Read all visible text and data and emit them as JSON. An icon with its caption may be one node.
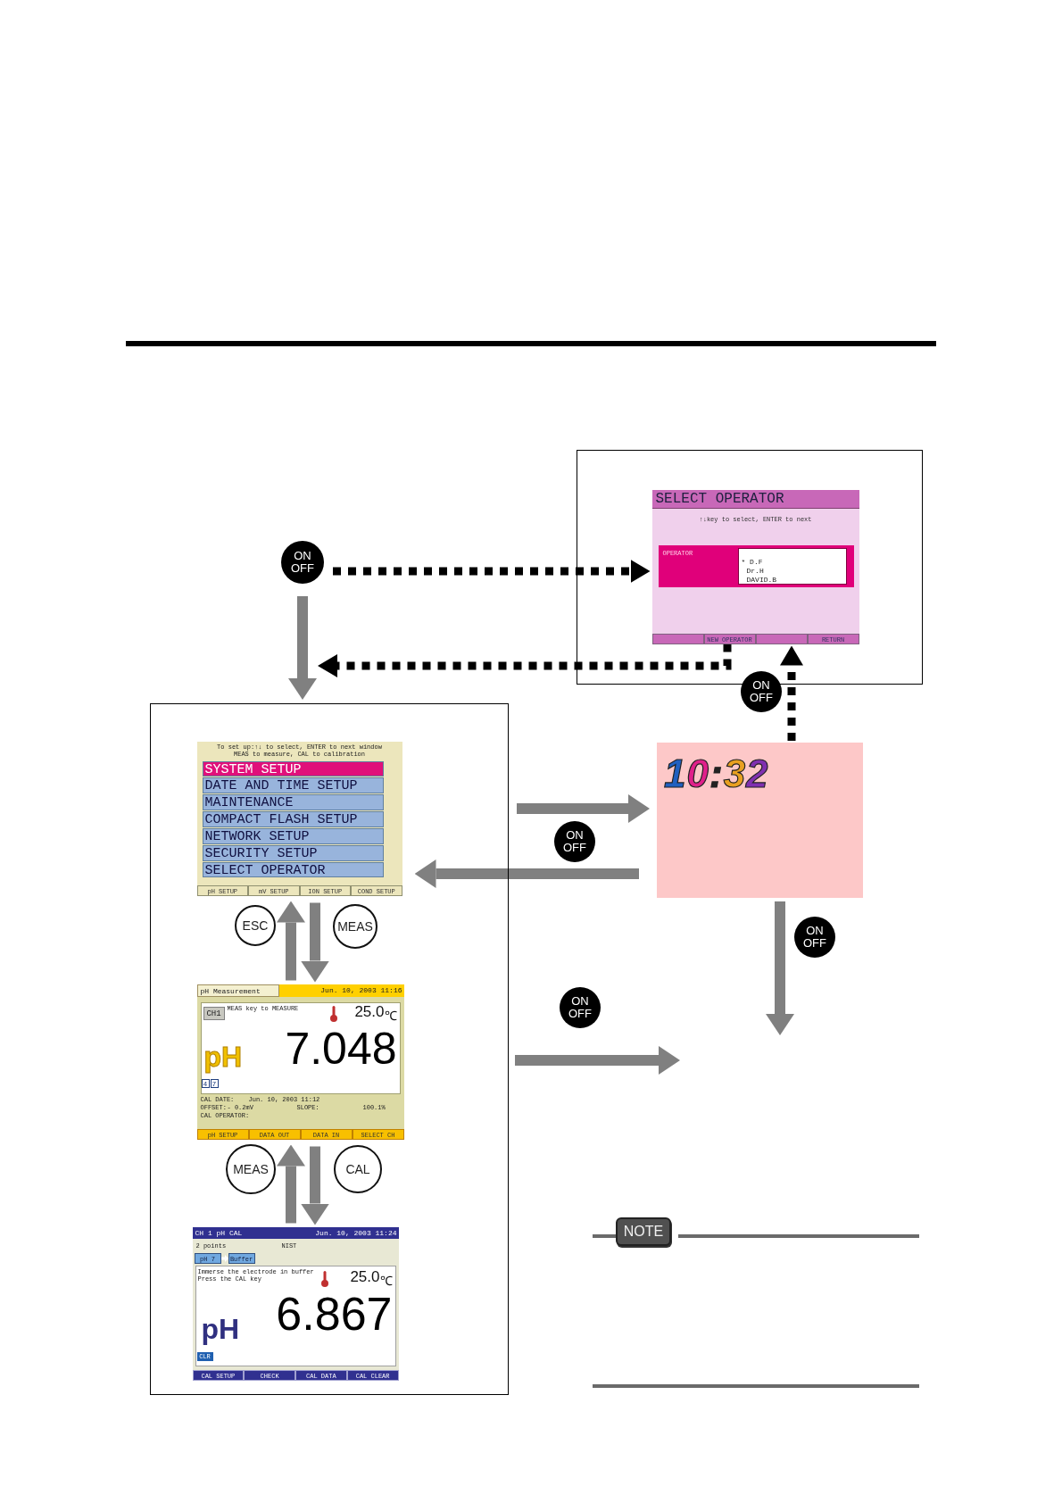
{
  "diagram": {
    "nodes": [
      {
        "text": [
          "ON OFF"
        ]
      },
      {
        "text": [],
        "shape": "box"
      },
      {
        "text": [
          "SELECT OPERATOR",
          "↑↓key to select, ENTER to next",
          "OPERATOR",
          "* D.F",
          "Dr.H",
          "DAVID.B",
          "NEW OPERATOR",
          "RETURN"
        ],
        "in": 1
      },
      {
        "text": [],
        "shape": "box"
      },
      {
        "text": [
          "To set up:↑↓ to select, ENTER to next window",
          "MEAS to measure, CAL to calibration",
          "SYSTEM SETUP",
          "DATE AND TIME SETUP",
          "MAINTENANCE",
          "COMPACT FLASH SETUP",
          "NETWORK SETUP",
          "SECURITY SETUP",
          "SELECT OPERATOR",
          "pH SETUP",
          "mV SETUP",
          "ION SETUP",
          "COND SETUP"
        ],
        "in": 3
      },
      {
        "text": [
          "pH Measurement",
          "Jun. 10, 2003 11:16",
          "CH1",
          "MEAS key to MEASURE",
          "25.0$_{℃}$",
          "pH",
          "7.048",
          "4",
          "7",
          "CAL DATE:",
          "Jun. 10, 2003 11:12",
          "OFFSET:",
          "- 0.2mV",
          "SLOPE:",
          "100.1%",
          "CAL OPERATOR:",
          "pH SETUP",
          "DATA OUT",
          "DATA IN",
          "SELECT CH"
        ],
        "in": 3
      },
      {
        "text": [
          "CH 1 pH CAL",
          "Jun. 10, 2003 11:24",
          "2 points",
          "NIST",
          "pH 7",
          "Buffer",
          "Immerse the electrode in buffer",
          "Press the CAL key",
          "25.0$_{℃}$",
          "pH",
          "6.867",
          "CLR",
          "CAL SETUP",
          "CHECK",
          "CAL DATA",
          "CAL CLEAR"
        ],
        "in": 3
      },
      {
        "text": [
          "10:32"
        ]
      }
    ],
    "edges": [
      {
        "from": 0,
        "to": 2,
        "arrow": "to",
        "style": "dashed",
        "color": "#000000"
      },
      {
        "from": 2,
        "to": 3,
        "arrow": "to",
        "style": "dashed",
        "color": "#000000"
      },
      {
        "from": 0,
        "to": 3,
        "arrow": "to"
      },
      {
        "from": 7,
        "to": 2,
        "arrow": "to",
        "label": "ON OFF",
        "style": "dashed",
        "color": "#000000"
      },
      {
        "from": 3,
        "to": 7,
        "arrow": "to",
        "label": "ON OFF"
      },
      {
        "from": 7,
        "to": 4,
        "arrow": "to"
      },
      {
        "from": 7,
        "to": null,
        "arrow": "to",
        "label": "ON OFF"
      },
      {
        "from": 3,
        "to": null,
        "arrow": "to",
        "label": "ON OFF"
      },
      {
        "from": 5,
        "to": 4,
        "arrow": "to",
        "label": "ESC"
      },
      {
        "from": 4,
        "to": 5,
        "arrow": "to",
        "label": "MEAS"
      },
      {
        "from": 6,
        "to": 5,
        "arrow": "to",
        "label": "MEAS"
      },
      {
        "from": 5,
        "to": 6,
        "arrow": "to",
        "label": "CAL"
      }
    ],
    "labels": [
      "NOTE"
    ]
  }
}
